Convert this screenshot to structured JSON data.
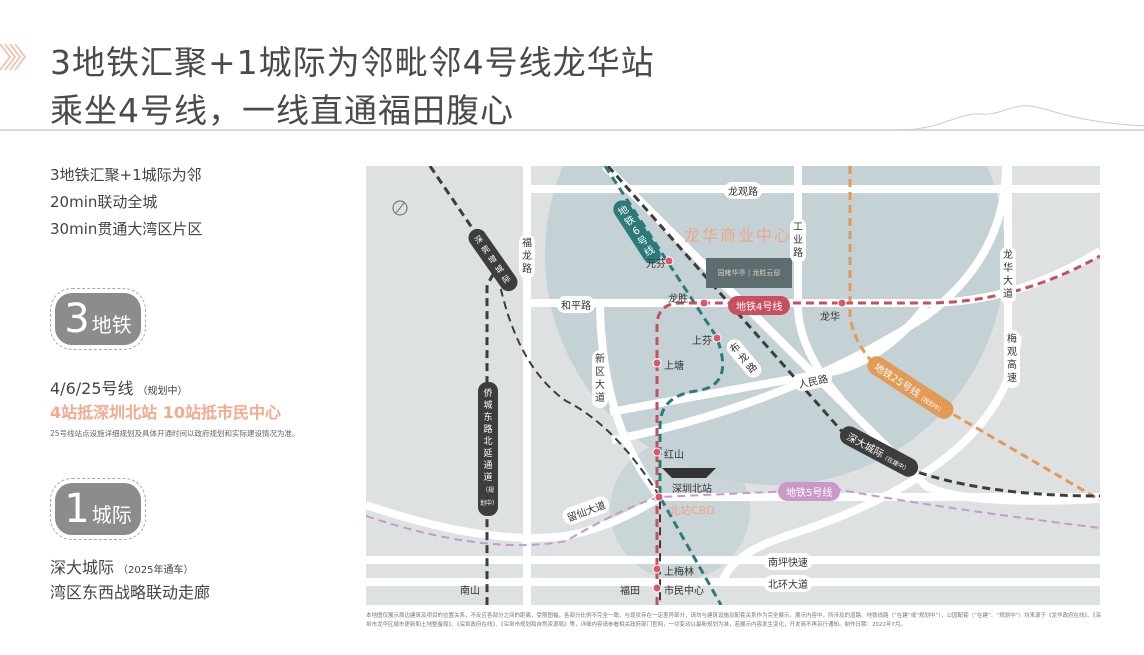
{
  "header": {
    "title_line1": "3地铁汇聚+1城际为邻毗邻4号线龙华站",
    "title_line2": "乘坐4号线，一线直通福田腹心",
    "accent_color": "#f3aa8e"
  },
  "left": {
    "sub1": "3地铁汇聚+1城际为邻",
    "sub2": "20min联动全城",
    "sub3": "30min贯通大湾区片区",
    "badge_metro_num": "3",
    "badge_metro_txt": "地铁",
    "metro_lines": "4/6/25号线",
    "metro_lines_note": "（规划中）",
    "metro_highlight": "4站抵深圳北站  10站抵市民中心",
    "metro_footnote": "25号线站点设施详细规划及具体开通时间以政府规划和实际建设情况为准。",
    "badge_intercity_num": "1",
    "badge_intercity_txt": "城际",
    "intercity_name": "深大城际",
    "intercity_note": "（2025年通车）",
    "intercity_desc": "湾区东西战略联动走廊"
  },
  "map": {
    "colors": {
      "line4": "#c8505e",
      "line6": "#2e7a7a",
      "line25": "#e39a55",
      "line5": "#c99ac8",
      "intercity": "#3d3d3d",
      "bg": "#dde1e1",
      "zone": "#c4d2d5"
    },
    "zones": {
      "longhua": "龙华商业中心",
      "cbd": "北站CBD"
    },
    "project": "园雍华亭 | 龙胜云邸",
    "roads": {
      "longguan": "龙观路",
      "gongye": "工业路",
      "fulong": "福龙路",
      "heping": "和平路",
      "xinqu": "新区大道",
      "bulong": "布龙路",
      "renmin": "人民路",
      "longhua": "龙华大道",
      "meiguan": "梅观高速",
      "liuxian": "留仙大道",
      "nanping": "南坪快速",
      "beihuan": "北环大道"
    },
    "lines": {
      "line4": "地铁4号线",
      "line6": "地铁6号线",
      "line25": "地铁25号线",
      "line25_note": "（规划中）",
      "line5": "地铁5号线",
      "sd": "深大城际",
      "sd_note": "（在建中）",
      "qiaocheng": "侨城东路北延通道",
      "qiaocheng_note": "（规划中）",
      "sgz": "深莞增城际"
    },
    "stations": {
      "yuanfen": "元芬",
      "longsheng": "龙胜",
      "longhua": "龙华",
      "shangfen": "上芬",
      "shangtang": "上塘",
      "hongshan": "红山",
      "szbei": "深圳北站",
      "shangmeilin": "上梅林",
      "shiminzhongxin": "市民中心"
    },
    "districts": {
      "nanshan": "南山",
      "futian": "福田"
    }
  },
  "footnote": "本地图仅展示周边建筑及项目的位置关系，不反应各部分之间的距离，受限图幅，各部分比例不完全一致，与现状存在一定差异部分，请勿与建筑设施及配套关系作为完全展示。展示内容中，所涉及的道路、地铁线路（“在建”或“规划中”），公园配套（“在建”、“规划中”）均来源于《龙华政府在线》、《深圳市龙华区城市更新和土地整备局》、《深圳政府在线》、《深圳市规划和自然资源局》等，详细内容请参看相关政府部门官网，一切变动以最新规划为准，若展示内容发生变化，开发商不再另行通知。制作日期：2022年7月。"
}
